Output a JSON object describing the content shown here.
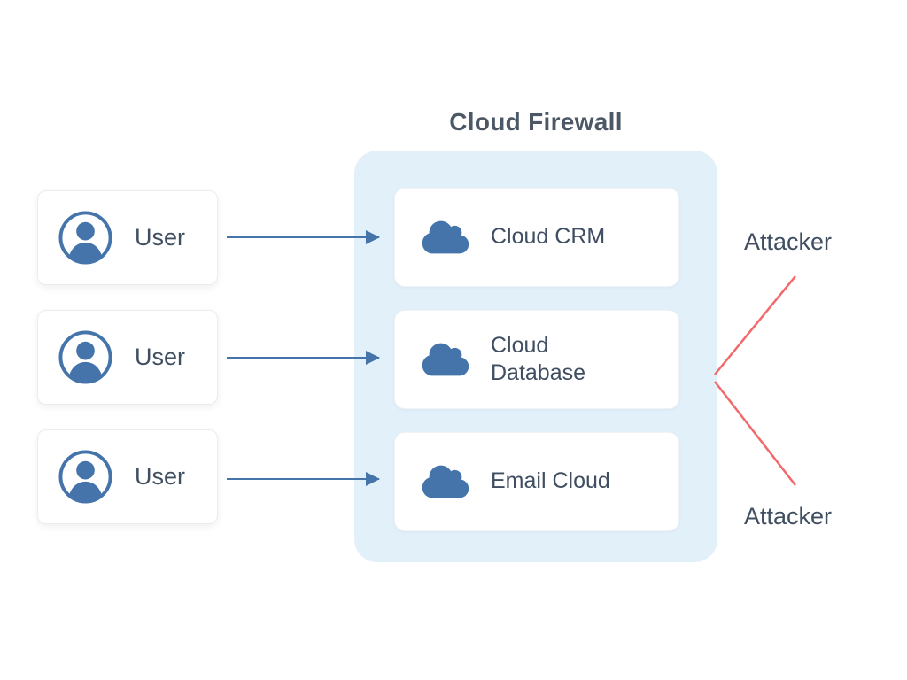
{
  "diagram": {
    "title": "Cloud Firewall",
    "users": [
      {
        "label": "User",
        "icon": "user-icon"
      },
      {
        "label": "User",
        "icon": "user-icon"
      },
      {
        "label": "User",
        "icon": "user-icon"
      }
    ],
    "services": [
      {
        "label": "Cloud CRM",
        "icon": "cloud-icon"
      },
      {
        "label": "Cloud Database",
        "icon": "cloud-icon"
      },
      {
        "label": "Email Cloud",
        "icon": "cloud-icon"
      }
    ],
    "attackers": [
      {
        "label": "Attacker"
      },
      {
        "label": "Attacker"
      }
    ],
    "colors": {
      "accent_blue": "#4574ab",
      "firewall_bg": "#e2f0fa",
      "attack_red": "#f2696b",
      "text_dark": "#3f4e61"
    }
  }
}
